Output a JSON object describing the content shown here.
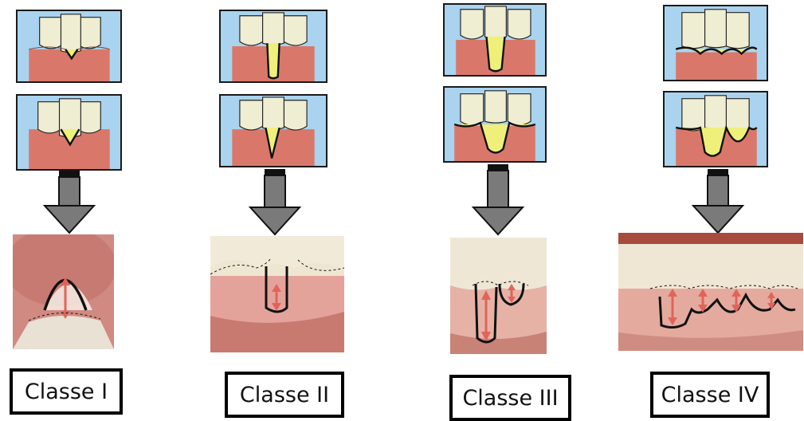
{
  "classes": [
    {
      "label": "Classe I"
    },
    {
      "label": "Classe II"
    },
    {
      "label": "Classe III"
    },
    {
      "label": "Classe IV"
    }
  ],
  "colors": {
    "panel_bg": "#a9d3ee",
    "gum": "#d9786a",
    "tooth": "#efedd2",
    "root_exposed": "#eef07a",
    "arrow": "#7a7a7a",
    "measure_arrow": "#e0645a"
  }
}
